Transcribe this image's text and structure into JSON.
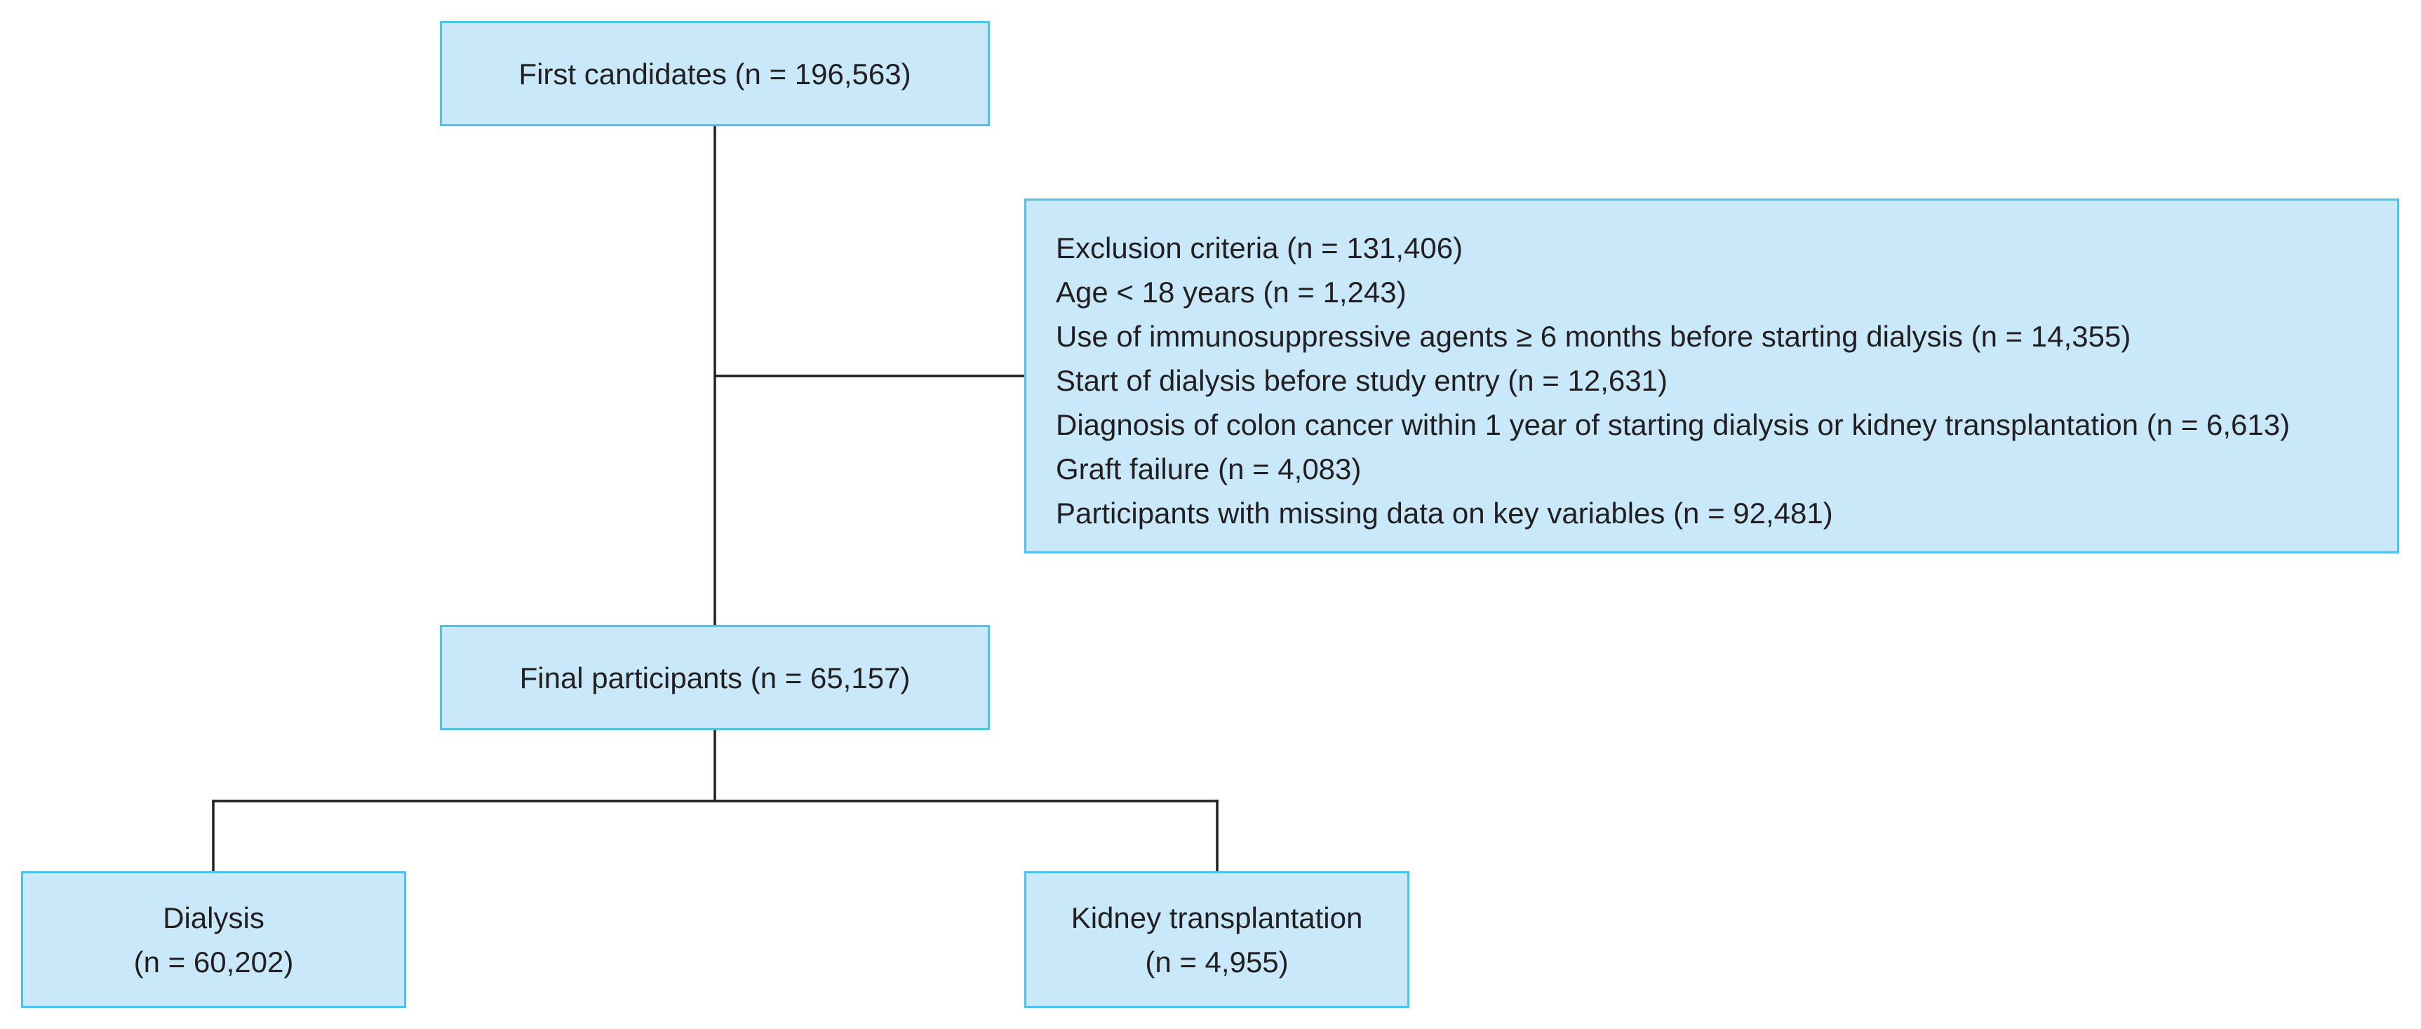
{
  "diagram": {
    "first_candidates": "First candidates (n = 196,563)",
    "exclusion": {
      "title": "Exclusion criteria (n = 131,406)",
      "items": [
        "Age < 18 years (n = 1,243)",
        "Use of immunosuppressive agents ≥ 6 months before starting dialysis (n = 14,355)",
        "Start of dialysis before study entry (n = 12,631)",
        "Diagnosis of colon cancer within 1 year of starting dialysis or kidney transplantation (n = 6,613)",
        "Graft failure (n = 4,083)",
        "Participants with missing data on key variables (n = 92,481)"
      ]
    },
    "final_participants": "Final participants (n = 65,157)",
    "dialysis": {
      "label": "Dialysis",
      "count": "(n = 60,202)"
    },
    "kidney_transplantation": {
      "label": "Kidney transplantation",
      "count": "(n = 4,955)"
    }
  },
  "colors": {
    "box_fill": "#c9e9fa",
    "box_border": "#4cc3e8",
    "connector": "#231f20",
    "text": "#231f20"
  }
}
